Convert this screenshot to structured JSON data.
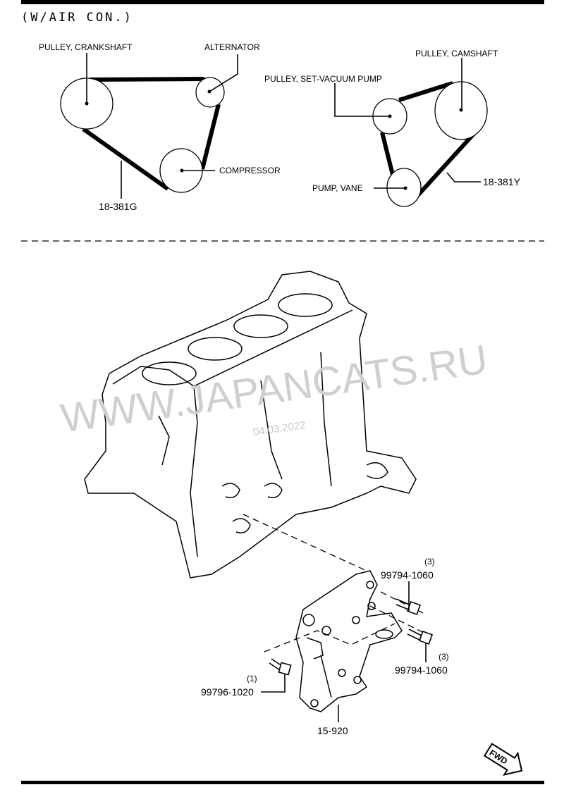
{
  "header": {
    "title": "(W/AIR CON.)"
  },
  "belt_diagram_left": {
    "labels": {
      "crankshaft": "PULLEY, CRANKSHAFT",
      "alternator": "ALTERNATOR",
      "compressor": "COMPRESSOR",
      "belt_part": "18-381G"
    }
  },
  "belt_diagram_right": {
    "labels": {
      "camshaft": "PULLEY, CAMSHAFT",
      "vacuum": "PULLEY, SET-VACUUM  PUMP",
      "vane": "PUMP, VANE",
      "belt_part": "18-381Y"
    }
  },
  "parts": [
    {
      "qty": "(3)",
      "number": "99794-1060"
    },
    {
      "qty": "(3)",
      "number": "99794-1060"
    },
    {
      "qty": "(1)",
      "number": "99796-1020"
    },
    {
      "qty": "",
      "number": "15-920"
    }
  ],
  "fwd_label": "FWD",
  "watermark": {
    "text": "WWW.JAPANCATS.RU",
    "date": "04.03.2022"
  }
}
